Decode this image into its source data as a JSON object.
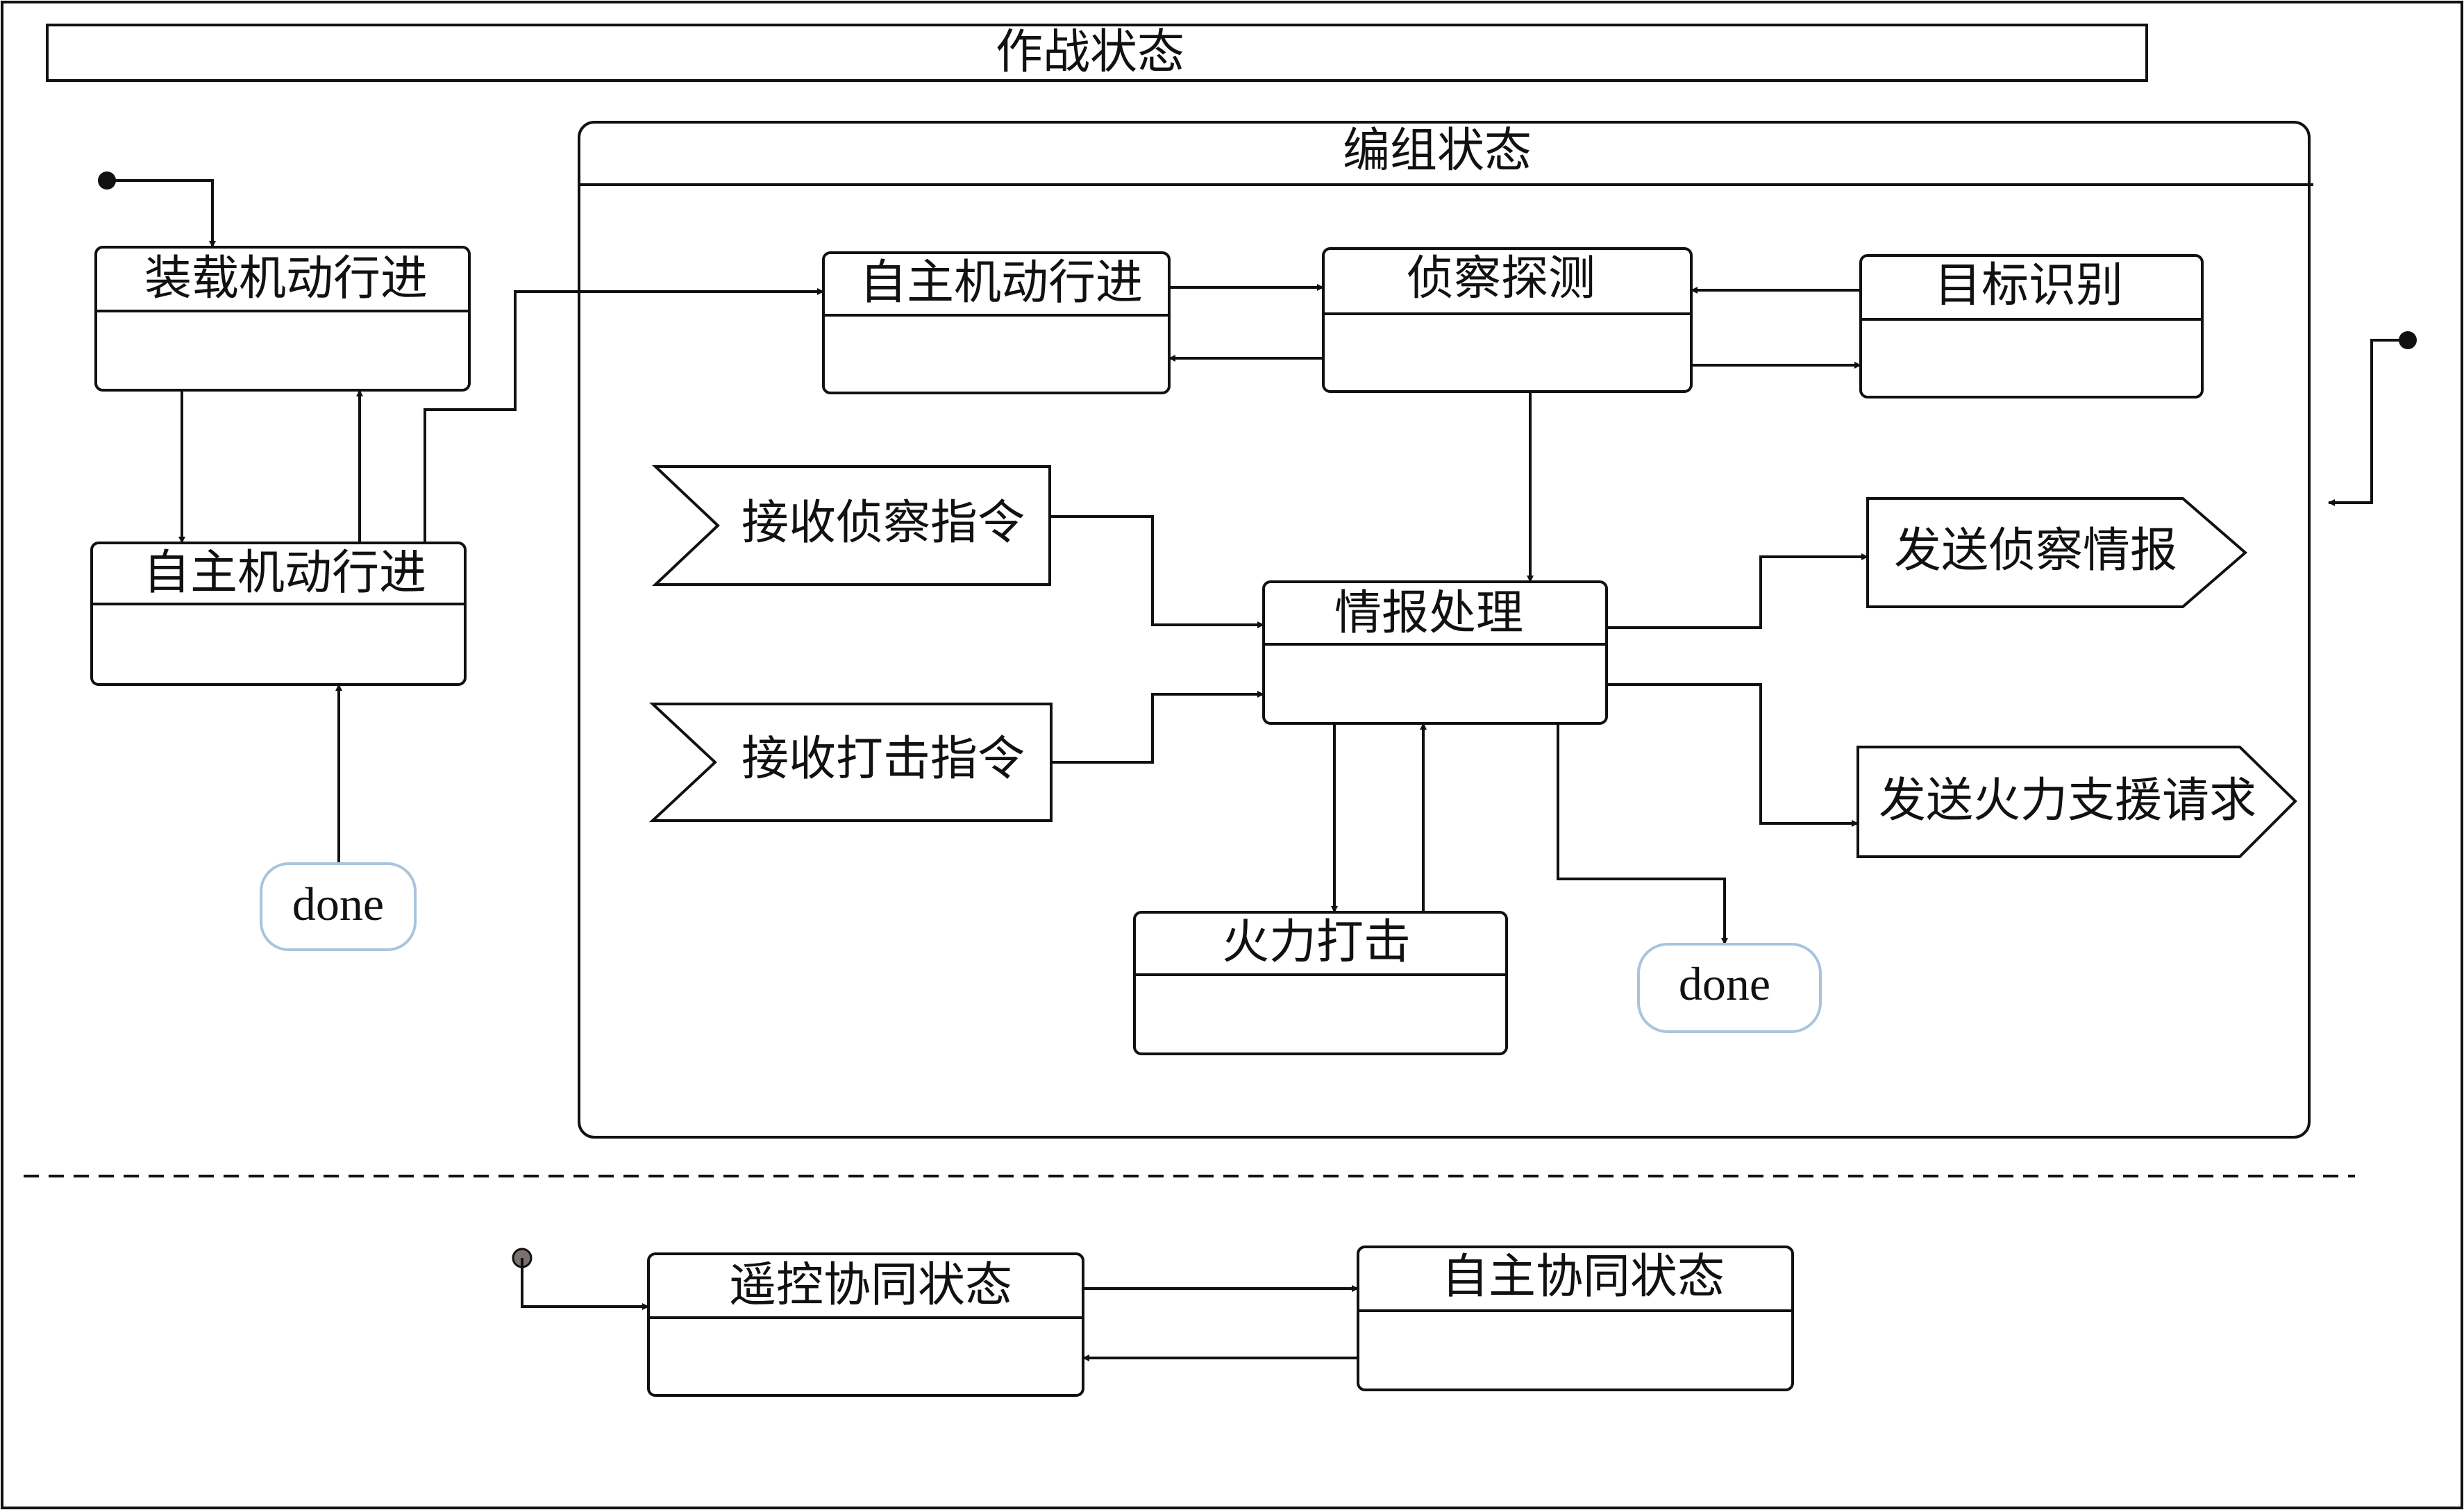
{
  "diagram": {
    "title": "作战状态",
    "composite_state": {
      "title": "编组状态"
    },
    "states": {
      "load_move": "装载机动行进",
      "auto_move_left": "自主机动行进",
      "auto_move_inner": "自主机动行进",
      "recon_detect": "侦察探测",
      "target_identify": "目标识别",
      "intel_process": "情报处理",
      "fire_strike": "火力打击",
      "remote_coop": "遥控协同状态",
      "auto_coop": "自主协同状态"
    },
    "signals_in": {
      "recv_recon": "接收侦察指令",
      "recv_strike": "接收打击指令"
    },
    "signals_out": {
      "send_recon": "发送侦察情报",
      "send_fire_support": "发送火力支援请求"
    },
    "finals": {
      "done_left": "done",
      "done_inner": "done"
    },
    "colors": {
      "line": "#111111",
      "done_border": "#a9c4dd",
      "initial_node_gray": "#7a7170"
    }
  }
}
